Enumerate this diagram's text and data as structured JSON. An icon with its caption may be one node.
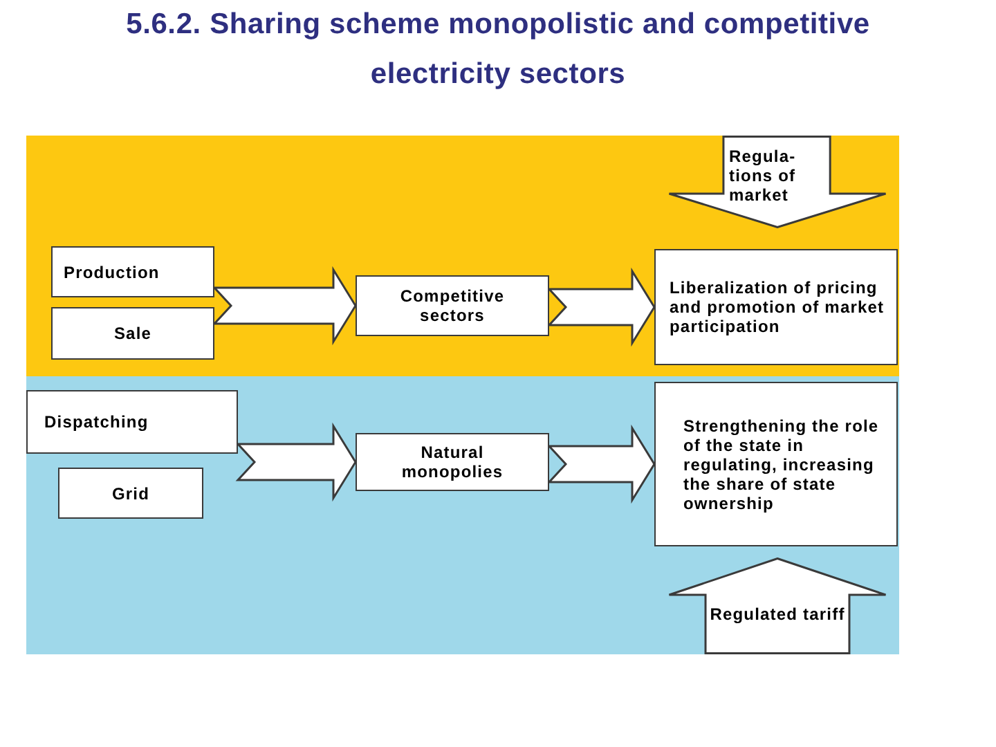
{
  "diagram": {
    "title": "5.6.2. Sharing scheme monopolistic and competitive electricity sectors",
    "nodes": [
      {
        "text": [],
        "shape": "band"
      },
      {
        "text": [
          "Production"
        ],
        "in": 0
      },
      {
        "text": [
          "Sale"
        ],
        "in": 0
      },
      {
        "text": [
          "Competitive sectors"
        ],
        "in": 0
      },
      {
        "text": [
          "Regula- tions of market"
        ],
        "in": 0
      },
      {
        "text": [
          "Liberalization of pricing and promotion of market participation"
        ],
        "in": 0
      },
      {
        "text": [],
        "shape": "band"
      },
      {
        "text": [
          "Dispatching"
        ],
        "in": 6
      },
      {
        "text": [
          "Grid"
        ],
        "in": 6
      },
      {
        "text": [
          "Natural monopolies"
        ],
        "in": 6
      },
      {
        "text": [
          "Strengthening the role of the state in regulating, increasing the share of state ownership"
        ],
        "in": 6
      },
      {
        "text": [
          "Regulated tariff"
        ],
        "in": 6
      }
    ],
    "edges": [
      {
        "from": 1,
        "to": 3,
        "arrow": "to"
      },
      {
        "from": 2,
        "to": 3,
        "arrow": "to"
      },
      {
        "from": 3,
        "to": 5,
        "arrow": "to"
      },
      {
        "from": 7,
        "to": 9,
        "arrow": "to"
      },
      {
        "from": 8,
        "to": 9,
        "arrow": "to"
      },
      {
        "from": 9,
        "to": 10,
        "arrow": "to"
      }
    ]
  }
}
